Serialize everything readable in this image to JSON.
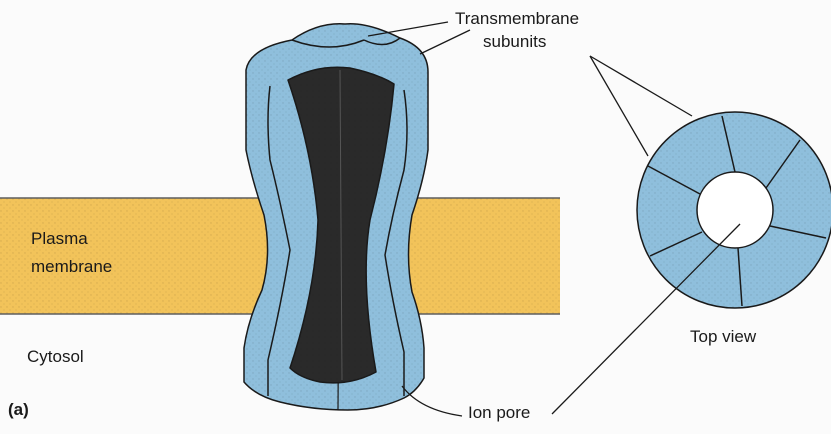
{
  "labels": {
    "transmembrane_1": "Transmembrane",
    "transmembrane_2": "subunits",
    "plasma_1": "Plasma",
    "plasma_2": "membrane",
    "cytosol": "Cytosol",
    "top_view": "Top view",
    "ion_pore": "Ion pore",
    "panel": "(a)"
  },
  "colors": {
    "membrane": "#f2c35a",
    "membrane_line": "#5e5e5e",
    "subunit": "#8fbfdc",
    "subunit_dark": "#7aadcd",
    "pore": "#2a2a2a",
    "outline": "#1a1a1a"
  }
}
